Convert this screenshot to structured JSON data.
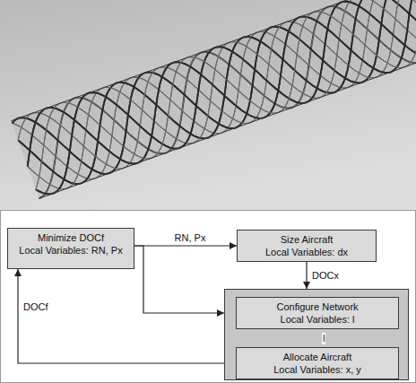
{
  "diagram": {
    "nodes": [
      {
        "text": [
          "Minimize DOCf",
          "Local Variables: RN, Px"
        ]
      },
      {
        "text": [
          "Size Aircraft",
          "Local Variables: dx"
        ]
      },
      {
        "text": []
      },
      {
        "text": [
          "Configure Network",
          "Local Variables: l"
        ],
        "in": 2
      },
      {
        "text": [
          "Allocate Aircraft",
          "Local Variables: x, y"
        ],
        "in": 2
      }
    ],
    "edges": [
      {
        "from": 0,
        "to": 1,
        "label": "RN, Px",
        "arrow": "to"
      },
      {
        "from": 0,
        "to": 2,
        "arrow": "to"
      },
      {
        "from": 1,
        "to": 2,
        "label": "DOCx",
        "arrow": "to"
      },
      {
        "from": 3,
        "to": 4,
        "label": "l",
        "arrow": "to"
      },
      {
        "from": 2,
        "to": 0,
        "label": "DOCf",
        "arrow": "to"
      }
    ]
  }
}
